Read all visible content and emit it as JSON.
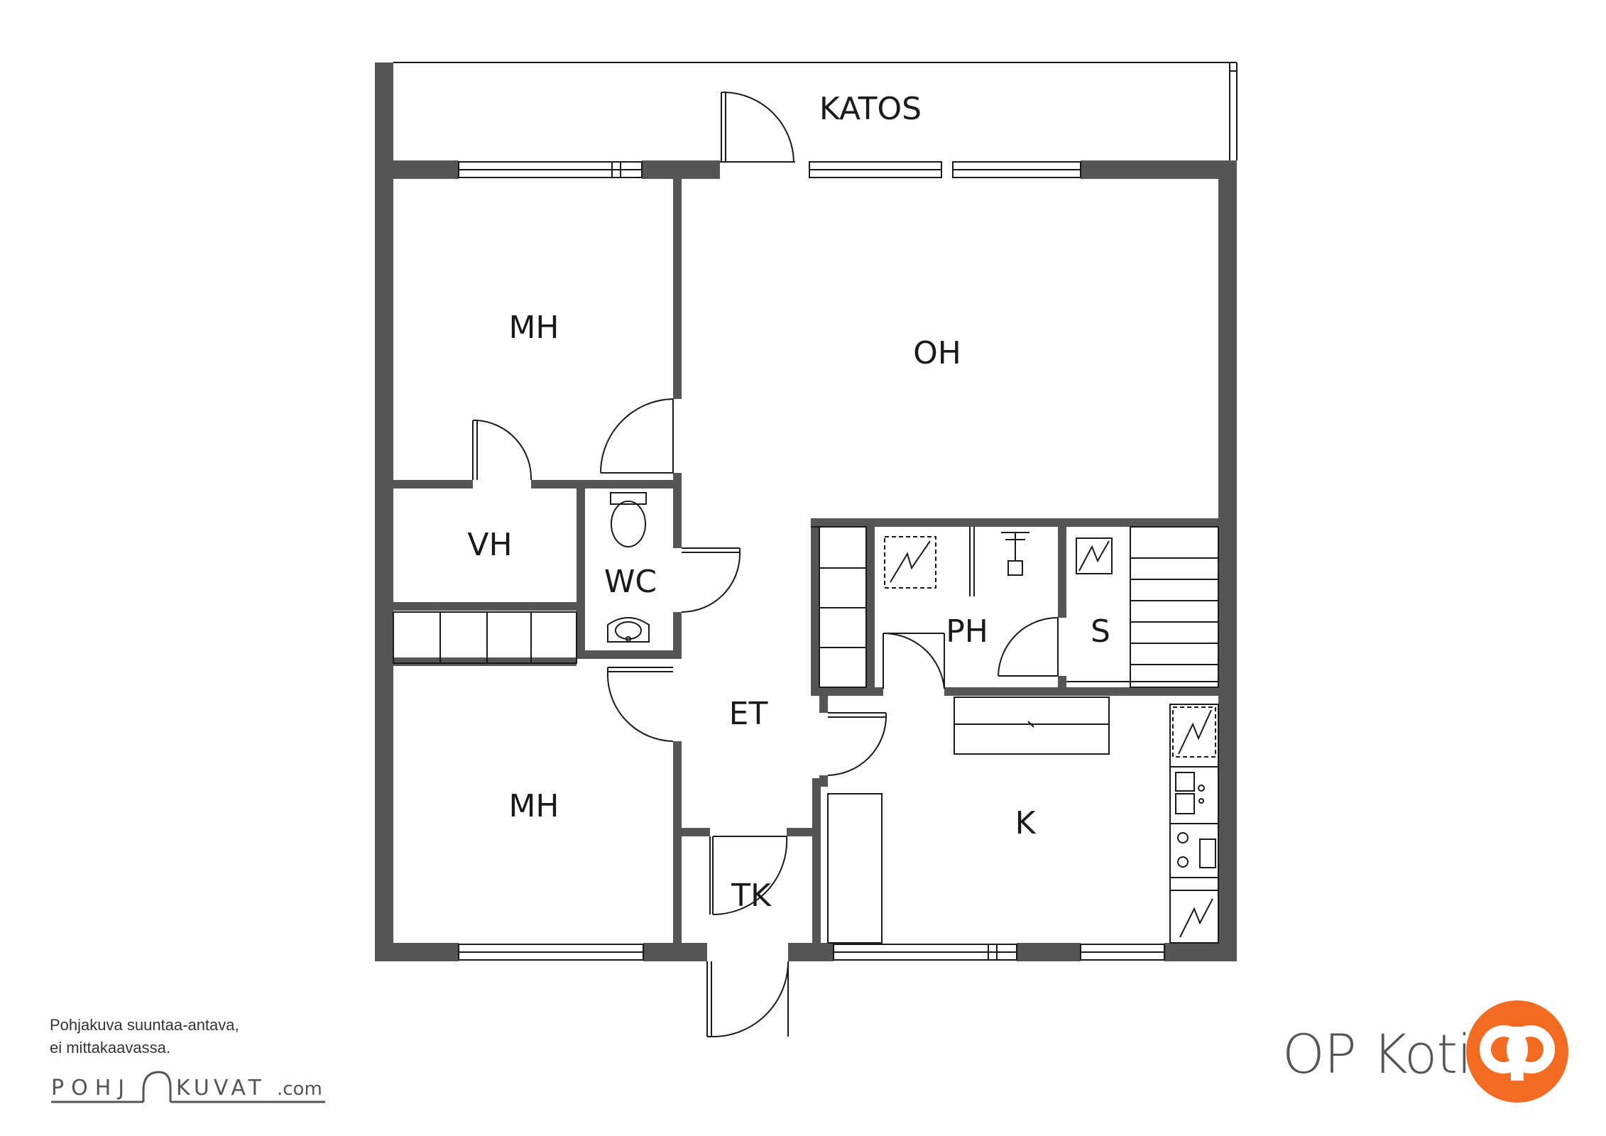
{
  "rooms": {
    "katos": "KATOS",
    "mh_top": "MH",
    "oh": "OH",
    "vh": "VH",
    "wc": "WC",
    "ph": "PH",
    "s": "S",
    "et": "ET",
    "mh_bottom": "MH",
    "k": "K",
    "tk": "TK"
  },
  "note": {
    "line1": "Pohjakuva suuntaa-antava,",
    "line2": "ei mittakaavassa."
  },
  "pohjakuvat": {
    "part1": "POHJ",
    "part2": "KUVAT",
    "suffix": ".com"
  },
  "brand": {
    "name": "OP Koti",
    "color": "#f26b21"
  },
  "colors": {
    "wall": "#555555",
    "line": "#1a1a1a"
  }
}
